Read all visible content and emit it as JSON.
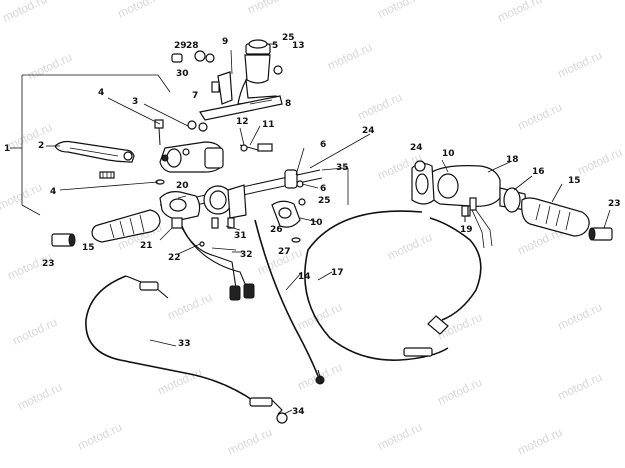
{
  "watermark": "motod.ru",
  "callouts": [
    "1",
    "2",
    "3",
    "4",
    "4",
    "5",
    "6",
    "6",
    "7",
    "8",
    "9",
    "10",
    "10",
    "11",
    "12",
    "13",
    "14",
    "15",
    "15",
    "16",
    "17",
    "18",
    "19",
    "20",
    "21",
    "22",
    "23",
    "23",
    "24",
    "24",
    "25",
    "25",
    "26",
    "27",
    "28",
    "29",
    "30",
    "31",
    "32",
    "33",
    "34",
    "35",
    "1"
  ]
}
